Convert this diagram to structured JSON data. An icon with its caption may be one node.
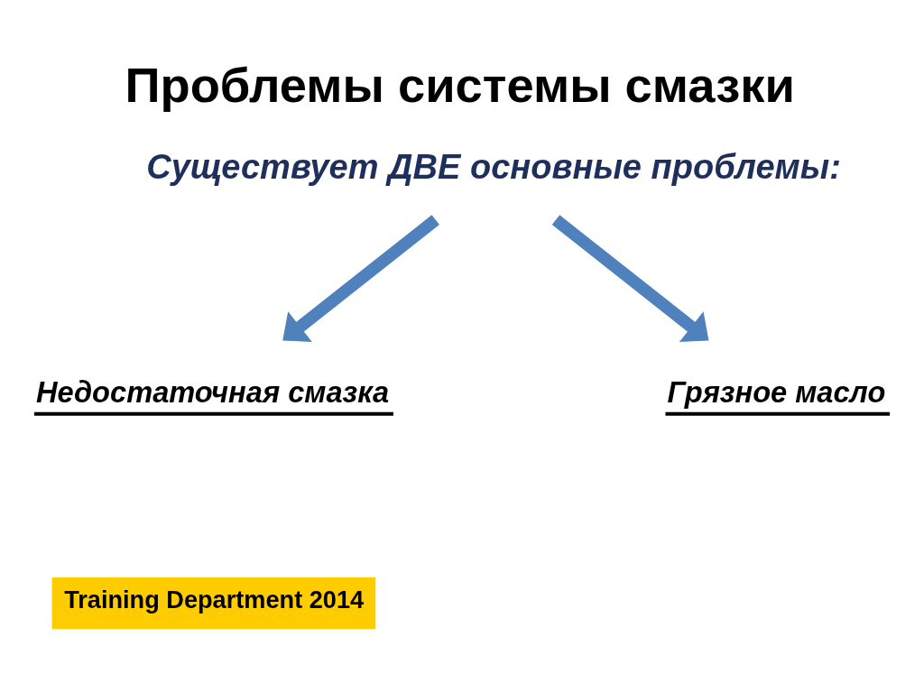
{
  "diagram": {
    "title": "Проблемы системы смазки",
    "nodes": [
      {
        "text": [
          "Существует ДВЕ основные проблемы:"
        ]
      },
      {
        "text": [
          "Недостаточная смазка"
        ]
      },
      {
        "text": [
          "Грязное масло"
        ]
      }
    ],
    "edges": [
      {
        "from": 0,
        "to": 1,
        "arrow": "to"
      },
      {
        "from": 0,
        "to": 2,
        "arrow": "to"
      }
    ],
    "labels": [
      "Training Department 2014"
    ]
  }
}
